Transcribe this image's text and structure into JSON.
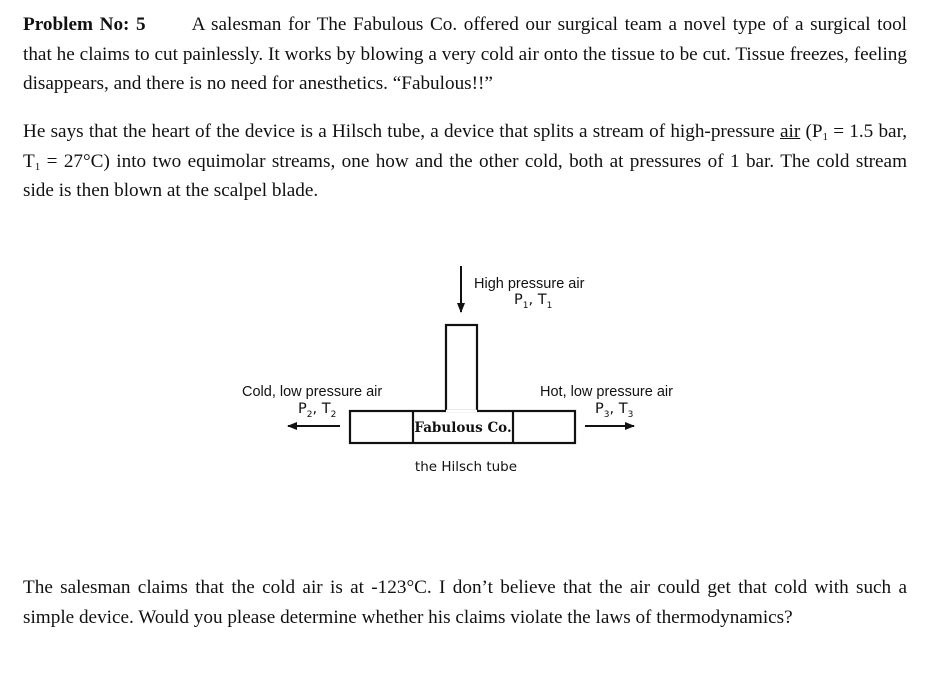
{
  "problem": {
    "heading": "Problem No: 5",
    "paragraph1": "A salesman for The Fabulous Co. offered our surgical team a novel type of a surgical tool that he claims to cut painlessly. It works by blowing a very cold air onto the tissue to be cut. Tissue freezes, feeling disappears, and there is no need for anesthetics. “Fabulous!!”",
    "paragraph2": {
      "before": "He says that the heart of the device is a Hilsch tube, a device that splits a stream of high-pressure",
      "underlined": "air",
      "cond_p_open": "(P",
      "cond_p_sub": "1",
      "cond_p_val": " = 1.5 bar, T",
      "cond_t_sub": "1",
      "cond_t_val": " = 27°C)",
      "after": "into two equimolar streams, one how and the other cold, both at pressures of 1 bar. The cold stream side is then blown at the scalpel blade."
    },
    "paragraph3": "The salesman claims that the cold air is at -123°C. I don’t believe that the air could get that cold with such a simple device. Would you please determine whether his claims violate the laws of thermodynamics?"
  },
  "figure": {
    "inlet_label": "High pressure air",
    "inlet_state": {
      "p": "P",
      "p_sub": "1",
      "sep": ", ",
      "t": "T",
      "t_sub": "1"
    },
    "cold_label": "Cold, low pressure air",
    "cold_state": {
      "p": "P",
      "p_sub": "2",
      "sep": ", ",
      "t": "T",
      "t_sub": "2"
    },
    "hot_label": "Hot, low pressure air",
    "hot_state": {
      "p": "P",
      "p_sub": "3",
      "sep": ", ",
      "t": "T",
      "t_sub": "3"
    },
    "device_label": "Fabulous Co.",
    "caption": "the Hilsch tube"
  }
}
